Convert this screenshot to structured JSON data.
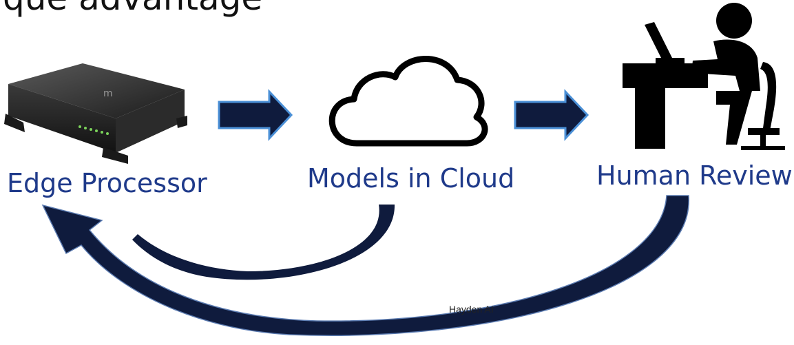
{
  "slide": {
    "title": "que advantage",
    "footer": "Hayden AI"
  },
  "nodes": [
    {
      "id": "edge",
      "label": "Edge Processor",
      "icon": "edge-processor-device-icon"
    },
    {
      "id": "cloud",
      "label": "Models in Cloud",
      "icon": "cloud-icon"
    },
    {
      "id": "human",
      "label": "Human Review",
      "icon": "person-at-desk-icon"
    }
  ],
  "colors": {
    "label": "#1f3a8a",
    "arrow": "#0f1b3d",
    "title": "#111111",
    "led": "#7bd35a"
  }
}
